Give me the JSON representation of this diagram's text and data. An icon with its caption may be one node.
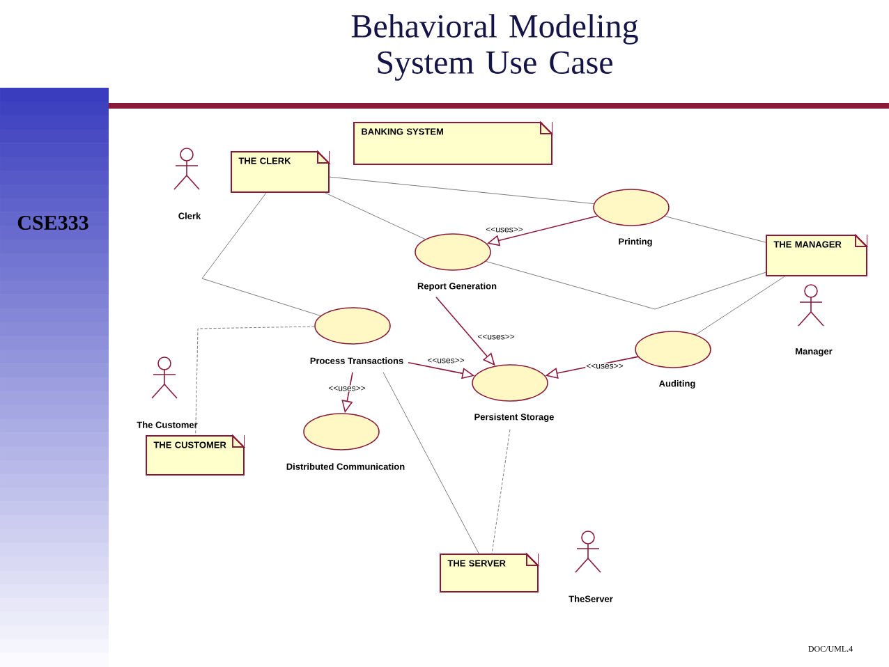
{
  "diagram": {
    "title": "Behavioral Modeling System Use Case",
    "nodes": [
      {
        "text": [
          "BANKING SYSTEM"
        ]
      },
      {
        "text": [
          "THE CLERK"
        ]
      },
      {
        "text": [
          "Clerk"
        ]
      },
      {
        "text": [
          "Printing"
        ]
      },
      {
        "text": [
          "Report Generation"
        ]
      },
      {
        "text": [
          "THE MANAGER"
        ]
      },
      {
        "text": [
          "Manager"
        ]
      },
      {
        "text": [
          "Process Transactions"
        ]
      },
      {
        "text": [
          "Persistent Storage"
        ]
      },
      {
        "text": [
          "Auditing"
        ]
      },
      {
        "text": [
          "The Customer"
        ]
      },
      {
        "text": [
          "THE CUSTOMER"
        ]
      },
      {
        "text": [
          "Distributed Communication"
        ]
      },
      {
        "text": [
          "THE SERVER"
        ]
      },
      {
        "text": [
          "TheServer"
        ]
      }
    ],
    "edges": [
      {
        "from": 1,
        "to": 3,
        "arrow": "none"
      },
      {
        "from": 1,
        "to": 4,
        "arrow": "none"
      },
      {
        "from": 1,
        "to": 7,
        "arrow": "none"
      },
      {
        "from": 3,
        "to": 4,
        "arrow": "to",
        "label": "<<uses>>",
        "color": "#8b1a3a"
      },
      {
        "from": 3,
        "to": 5,
        "arrow": "none"
      },
      {
        "from": 4,
        "to": 5,
        "arrow": "none"
      },
      {
        "from": 9,
        "to": 5,
        "arrow": "none"
      },
      {
        "from": 4,
        "to": 8,
        "arrow": "to",
        "label": "<<uses>>",
        "color": "#8b1a3a"
      },
      {
        "from": 7,
        "to": 8,
        "arrow": "to",
        "label": "<<uses>>",
        "color": "#8b1a3a"
      },
      {
        "from": 9,
        "to": 8,
        "arrow": "to",
        "label": "<<uses>>",
        "color": "#8b1a3a"
      },
      {
        "from": 7,
        "to": 12,
        "arrow": "to",
        "label": "<<uses>>",
        "color": "#8b1a3a"
      },
      {
        "from": 7,
        "to": 11,
        "arrow": "none",
        "style": "dashed"
      },
      {
        "from": 7,
        "to": 13,
        "arrow": "none"
      },
      {
        "from": 8,
        "to": 13,
        "arrow": "none",
        "style": "dashed"
      }
    ],
    "labels": [
      "CSE333",
      "DOC/UML.4"
    ]
  }
}
